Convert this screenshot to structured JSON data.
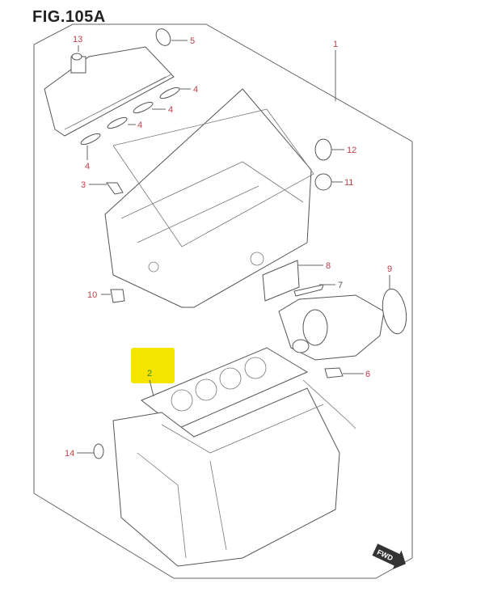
{
  "figure": {
    "title": "FIG.105A"
  },
  "callouts": {
    "c1": "1",
    "c13": "13",
    "c5": "5",
    "c4a": "4",
    "c4b": "4",
    "c4c": "4",
    "c4d": "4",
    "c3": "3",
    "c12": "12",
    "c11": "11",
    "c8": "8",
    "c10": "10",
    "c7": "7",
    "c9": "9",
    "c2": "2",
    "c6": "6",
    "c14": "14"
  },
  "fwd_label": "FWD",
  "highlight_color": "#f5e400",
  "callout_color": "#c0404a"
}
